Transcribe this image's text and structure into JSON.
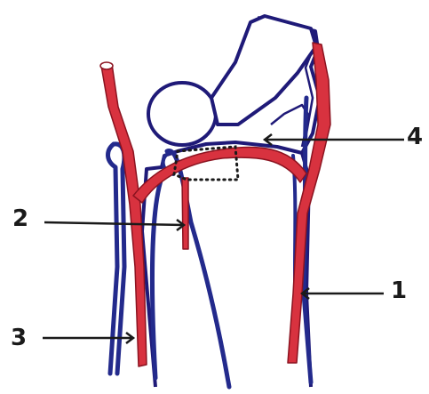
{
  "labels": {
    "l1": "1",
    "l2": "2",
    "l3": "3",
    "l4": "4"
  },
  "colors": {
    "artery": "#d8323f",
    "vein": "#232a8c",
    "bone_outline": "#1f1a78",
    "background": "#ffffff"
  }
}
